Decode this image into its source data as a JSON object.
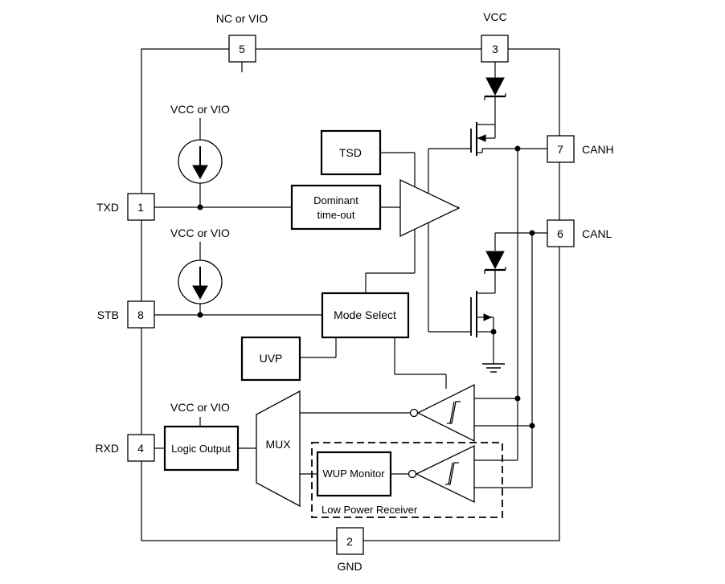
{
  "pins": {
    "p5": {
      "num": "5",
      "label": "NC or VIO"
    },
    "p3": {
      "num": "3",
      "label": "VCC"
    },
    "p7": {
      "num": "7",
      "label": "CANH"
    },
    "p6": {
      "num": "6",
      "label": "CANL"
    },
    "p1": {
      "num": "1",
      "label": "TXD"
    },
    "p8": {
      "num": "8",
      "label": "STB"
    },
    "p4": {
      "num": "4",
      "label": "RXD"
    },
    "p2": {
      "num": "2",
      "label": "GND"
    }
  },
  "supplies": {
    "txd_pullup": "VCC or VIO",
    "stb_pullup": "VCC or VIO",
    "logic_output_supply": "VCC or VIO"
  },
  "blocks": {
    "tsd": "TSD",
    "dominant_timeout_line1": "Dominant",
    "dominant_timeout_line2": "time-out",
    "mode_select": "Mode Select",
    "uvp": "UVP",
    "logic_output": "Logic Output",
    "mux": "MUX",
    "wup_monitor": "WUP Monitor",
    "low_power_receiver": "Low Power Receiver"
  }
}
